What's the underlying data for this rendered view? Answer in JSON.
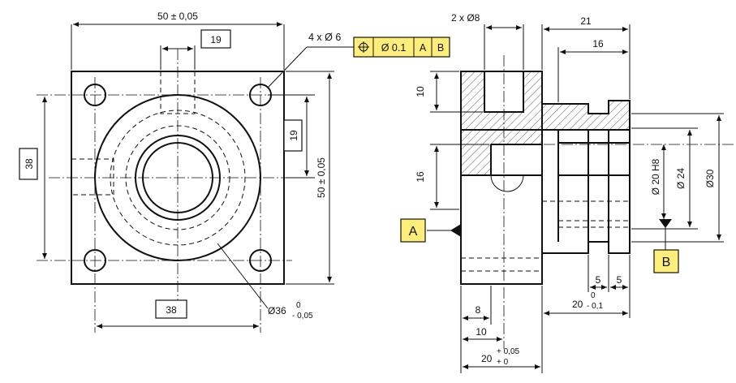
{
  "front_view": {
    "dim_width": "50 ± 0,05",
    "dim_top_slot": "19",
    "dim_left_boxed": "38",
    "dim_right_boxed": "19",
    "dim_height": "50 ± 0,05",
    "dim_bottom_boxed": "38",
    "hole_callout": "4 x Ø 6",
    "dia_36": "Ø36",
    "dia_36_tol_upper": "0",
    "dia_36_tol_lower": "- 0,05"
  },
  "tolerance_frame": {
    "symbol": "position-icon",
    "value": "Ø 0.1",
    "datum_1": "A",
    "datum_2": "B"
  },
  "side_view": {
    "dim_2x8": "2 x Ø8",
    "dim_21": "21",
    "dim_16_top": "16",
    "dim_10_left": "10",
    "dim_16_left": "16",
    "dia_20h8": "Ø 20 H8",
    "dia_24": "Ø 24",
    "dia_30": "Ø30",
    "dim_5a": "5",
    "dim_5b": "5",
    "dim_20_right": "20",
    "dim_20_right_tol_upper": "0",
    "dim_20_right_tol_lower": "- 0,1",
    "dim_8": "8",
    "dim_10_bottom": "10",
    "dim_20_bottom": "20",
    "dim_20_bottom_tol_upper": "+ 0,05",
    "dim_20_bottom_tol_lower": "+ 0",
    "datum_a": "A",
    "datum_b": "B"
  },
  "colors": {
    "line": "#111111",
    "highlight": "#ffef7a"
  }
}
